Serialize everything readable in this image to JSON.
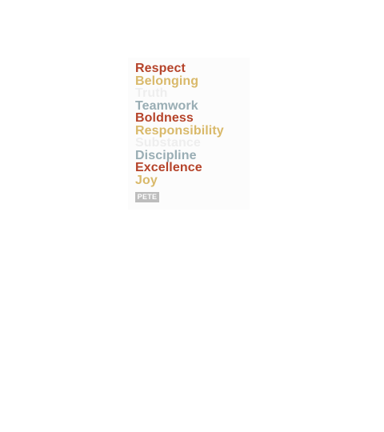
{
  "words": [
    {
      "text": "Respect",
      "color": "#b5432a"
    },
    {
      "text": "Belonging",
      "color": "#d9b96a"
    },
    {
      "text": "Truth",
      "color": "#eeeeee"
    },
    {
      "text": "Teamwork",
      "color": "#99adb4"
    },
    {
      "text": "Boldness",
      "color": "#b5432a"
    },
    {
      "text": "Responsibility",
      "color": "#d9b96a"
    },
    {
      "text": "Substance",
      "color": "#eeeeee"
    },
    {
      "text": "Discipline",
      "color": "#99adb4"
    },
    {
      "text": "Excellence",
      "color": "#b5432a"
    },
    {
      "text": "Joy",
      "color": "#d9b96a"
    }
  ],
  "badge": {
    "text": "PETE",
    "color": "#bdbdbd"
  }
}
